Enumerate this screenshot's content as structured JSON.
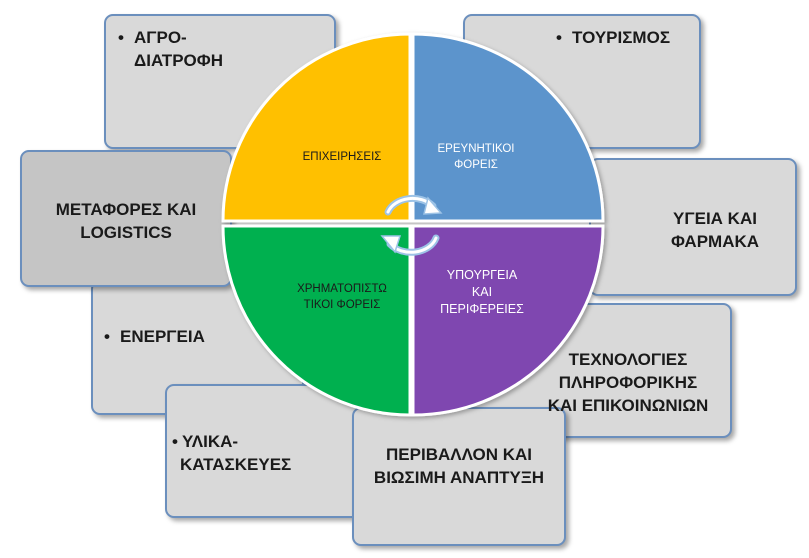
{
  "colors": {
    "box_fill": "#d9d9d9",
    "box_border": "#6b8fbd",
    "q_business": "#ffc000",
    "q_research": "#5b94cc",
    "q_finance": "#00b050",
    "q_ministries": "#7f46b0"
  },
  "quadrants": {
    "business": "ΕΠΙΧΕΙΡΗΣΕΙΣ",
    "research": [
      "ΕΡΕΥΝΗΤΙΚΟΙ",
      "ΦΟΡΕΙΣ"
    ],
    "finance": [
      "ΧΡΗΜΑΤΟΠΙΣΤΩ",
      "ΤΙΚΟΙ ΦΟΡΕΙΣ"
    ],
    "ministries": [
      "ΥΠΟΥΡΓΕΙΑ",
      "ΚΑΙ",
      "ΠΕΡΙΦΕΡΕΙΕΣ"
    ]
  },
  "sectors": {
    "agrifood": [
      "ΑΓΡΟ-",
      "ΔΙΑΤΡΟΦΗ"
    ],
    "tourism": "ΤΟΥΡΙΣΜΟΣ",
    "transport": [
      "ΜΕΤΑΦΟΡΕΣ ΚΑΙ",
      "LOGISTICS"
    ],
    "health": [
      "ΥΓΕΙΑ ΚΑΙ",
      "ΦΑΡΜΑΚΑ"
    ],
    "energy": "ΕΝΕΡΓΕΙΑ",
    "ict": [
      "ΤΕΧΝΟΛΟΓΙΕΣ",
      "ΠΛΗΡΟΦΟΡΙΚΗΣ",
      "ΚΑΙ ΕΠΙΚΟΙΝΩΝΙΩΝ"
    ],
    "materials": [
      "ΥΛΙΚΑ-",
      "ΚΑΤΑΣΚΕΥΕΣ"
    ],
    "environment": [
      "ΠΕΡΙΒΑΛΛΟΝ ΚΑΙ",
      "ΒΙΩΣΙΜΗ ΑΝΑΠΤΥΞΗ"
    ]
  }
}
